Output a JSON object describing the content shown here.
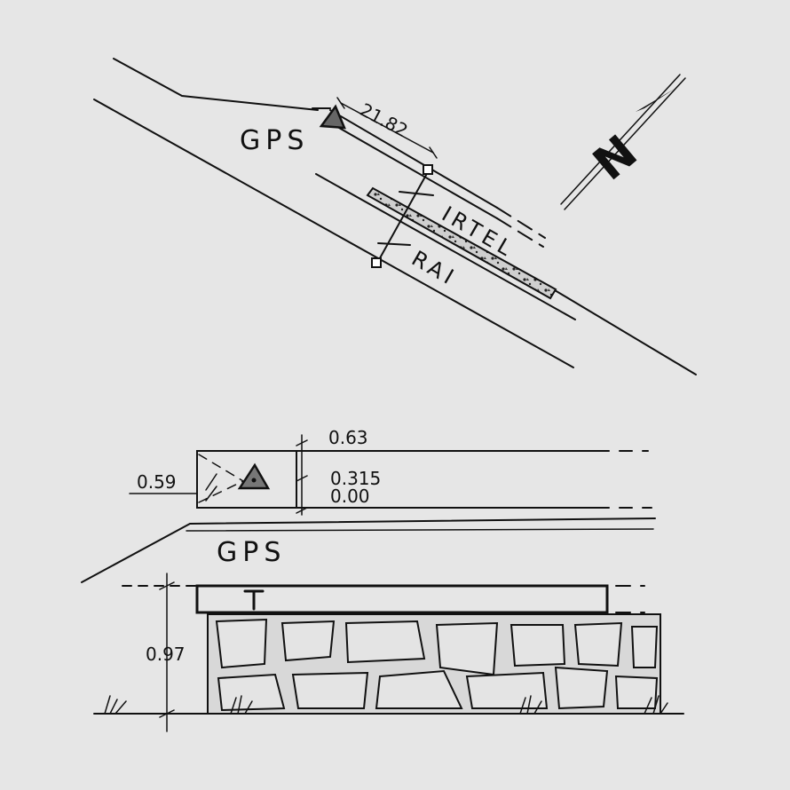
{
  "plan": {
    "gps_label": "GPS",
    "distance_label": "21.82",
    "road_label_1": "IRTEL",
    "road_label_2": "RAI",
    "north_label": "N"
  },
  "section": {
    "gps_label": "GPS",
    "height_top": "0.63",
    "height_mid": "0.315",
    "height_zero": "0.00",
    "width_label": "0.59",
    "base_height": "0.97"
  }
}
